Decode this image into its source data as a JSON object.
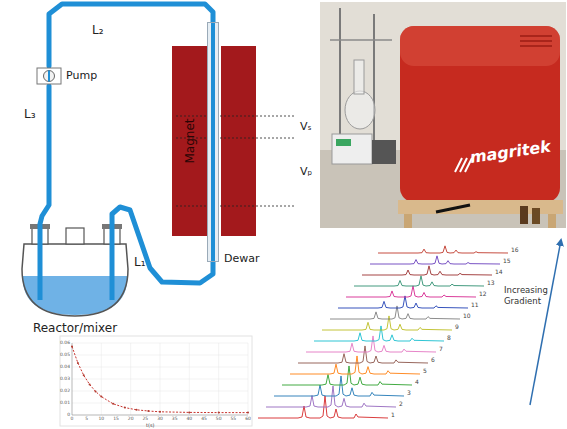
{
  "diagram": {
    "nodes": [
      {
        "text": [
          "Pump"
        ]
      },
      {
        "text": [
          "Magnet"
        ]
      },
      {
        "text": [
          "Dewar"
        ]
      },
      {
        "text": [
          "Reactor/mixer"
        ]
      }
    ],
    "edges": [
      {
        "from": 3,
        "to": 2,
        "arrow": "none",
        "label": "L₁"
      },
      {
        "from": 2,
        "to": 0,
        "arrow": "none",
        "label": "L₂"
      },
      {
        "from": 0,
        "to": 3,
        "arrow": "none",
        "label": "L₃"
      }
    ],
    "labels": [
      "Vₛ",
      "Vₚ",
      "magritek",
      "Increasing Gradient",
      "0.06",
      "0.05",
      "0.04",
      "0.03",
      "0.02",
      "0.01",
      "0",
      "0",
      "5",
      "10",
      "15",
      "20",
      "25",
      "30",
      "35",
      "40",
      "45",
      "50",
      "55",
      "60",
      "t(s)",
      "1",
      "2",
      "3",
      "4",
      "5",
      "6",
      "7",
      "8",
      "9",
      "10",
      "11",
      "12",
      "13",
      "14",
      "15",
      "16"
    ]
  }
}
